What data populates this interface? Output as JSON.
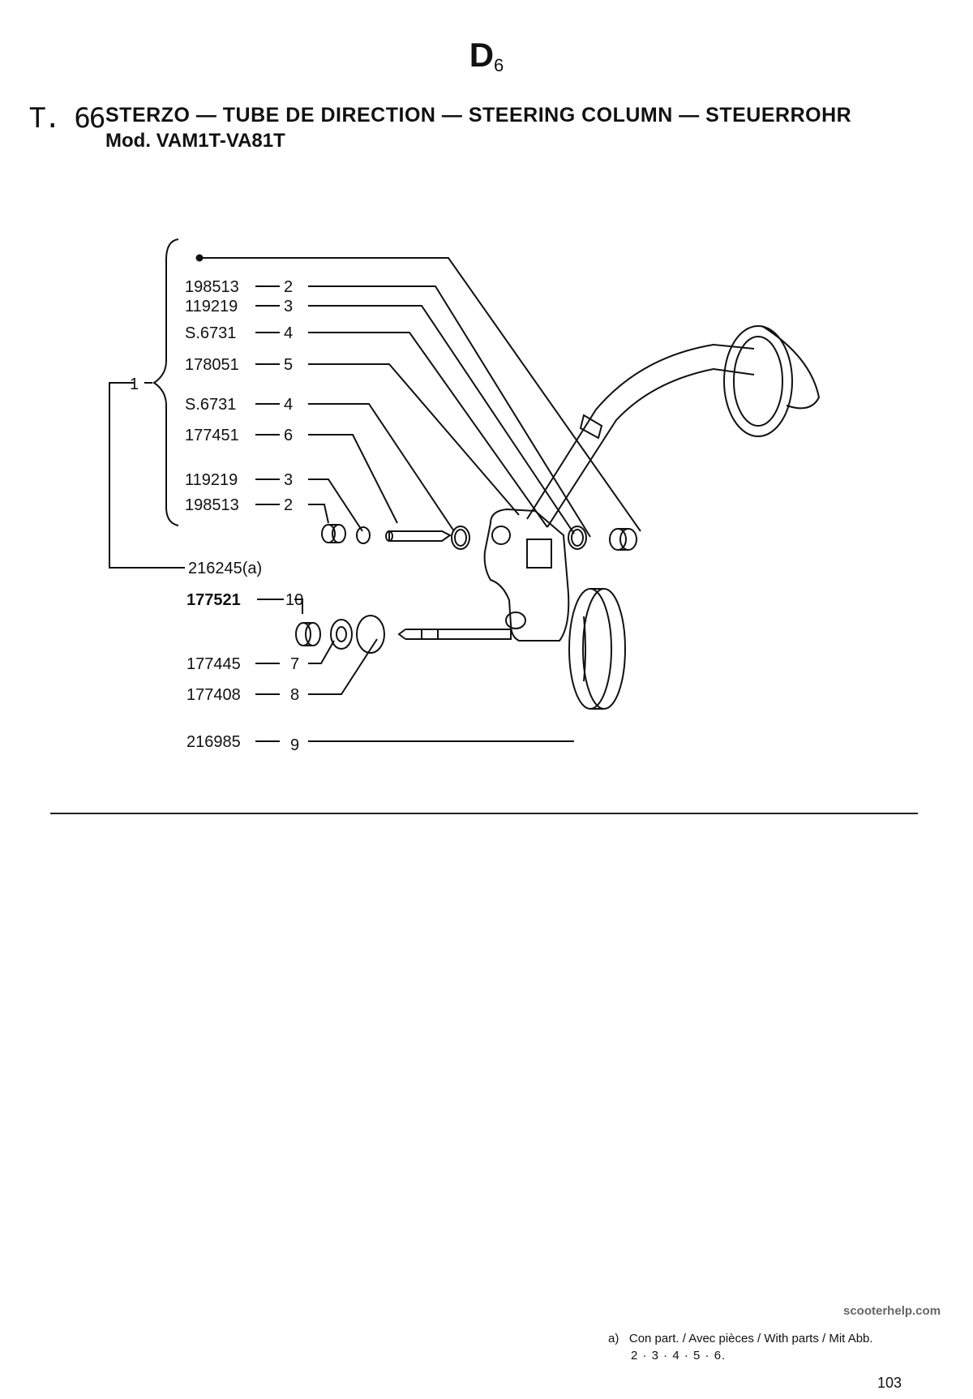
{
  "header": {
    "page_code": "D",
    "page_code_sub": "6",
    "table_number": "T. 66",
    "title": "STERZO — TUBE DE DIRECTION — STEERING COLUMN — STEUERROHR",
    "model": "Mod. VAM1T-VA81T"
  },
  "parts": {
    "group_ref": "1",
    "group_part": "216245(a)",
    "bracket_items": [
      {
        "code": "198513",
        "ref": "2"
      },
      {
        "code": "119219",
        "ref": "3"
      },
      {
        "code": "S.6731",
        "ref": "4"
      },
      {
        "code": "178051",
        "ref": "5"
      },
      {
        "code": "S.6731",
        "ref": "4"
      },
      {
        "code": "177451",
        "ref": "6"
      },
      {
        "code": "119219",
        "ref": "3"
      },
      {
        "code": "198513",
        "ref": "2"
      }
    ],
    "loose_items": [
      {
        "code": "177521",
        "ref": "10"
      },
      {
        "code": "177445",
        "ref": "7"
      },
      {
        "code": "177408",
        "ref": "8"
      },
      {
        "code": "216985",
        "ref": "9"
      }
    ]
  },
  "footnote": {
    "marker": "a)",
    "line1": "Con part. / Avec pièces / With parts / Mit Abb.",
    "line2": "2 · 3 · 4 · 5 · 6."
  },
  "watermark": "scooterhelp.com",
  "page_number": "103"
}
